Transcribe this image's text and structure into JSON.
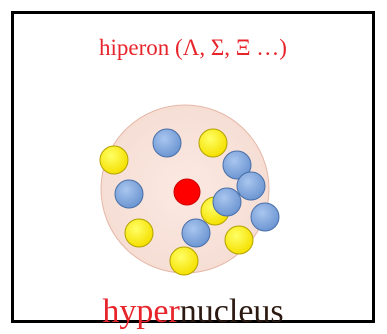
{
  "top_label": "hiperon (Λ, Σ, Ξ …)",
  "bottom_label": {
    "prefix": "hyper",
    "suffix": "nucleus"
  },
  "colors": {
    "accent_red": "#e8242b",
    "text_dark": "#2c1a12",
    "nucleus_fill": "#f7e2da",
    "nucleus_border": "#e5b8a8",
    "proton_yellow": "#ffee00",
    "neutron_blue": "#7fa6db",
    "hyperon_red": "#ff0000"
  },
  "particles": {
    "hyperon_count": 1,
    "yellow_count": 6,
    "blue_count": 7
  }
}
